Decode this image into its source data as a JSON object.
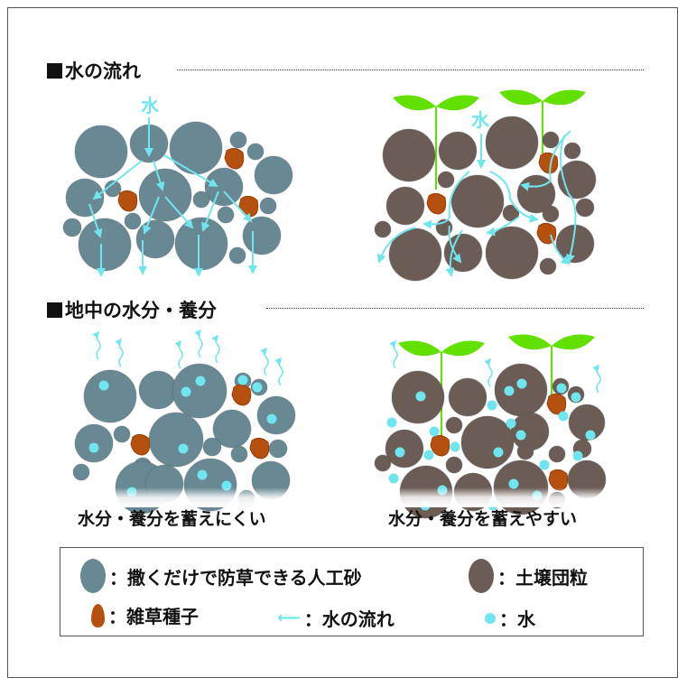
{
  "headings": {
    "water_flow": "水の流れ",
    "underground": "地中の水分・養分"
  },
  "panels": {
    "water_label_left": "水",
    "water_label_right": "水",
    "caption_left": "水分・養分を蓄えにくい",
    "caption_right": "水分・養分を蓄えやすい"
  },
  "legend": {
    "artificial_sand": "：撒くだけで防草できる人工砂",
    "soil_aggregate": "：土壌団粒",
    "weed_seed": "：雑草種子",
    "water_flow": "：水の流れ",
    "water": "：水"
  },
  "colors": {
    "sand": "#688893",
    "soil": "#6b5c55",
    "seed": "#b5500f",
    "water": "#6fe6ef",
    "leaf": "#62e000"
  }
}
